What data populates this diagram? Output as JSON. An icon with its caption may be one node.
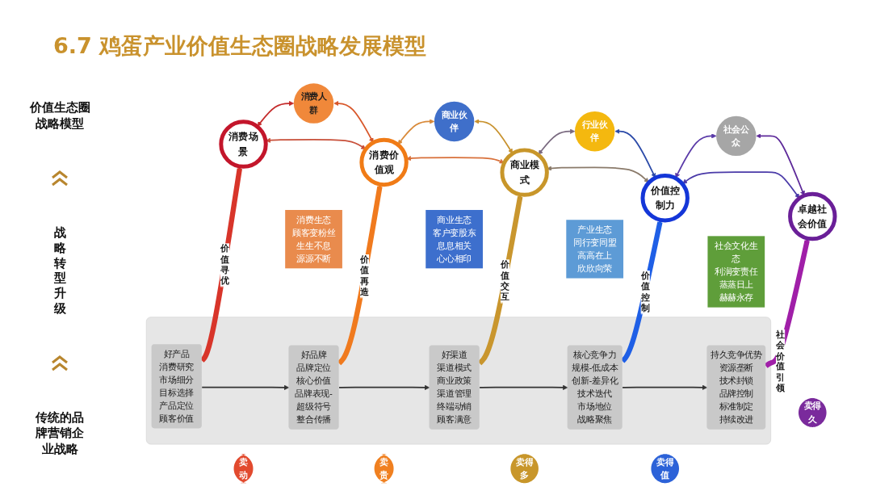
{
  "diagram": {
    "title": "6.7 鸡蛋产业价值生态圈战略发展模型",
    "nodes": [
      {
        "text": [
          "消费人群"
        ]
      },
      {
        "text": [
          "商业伙伴"
        ]
      },
      {
        "text": [
          "行业伙伴"
        ]
      },
      {
        "text": [
          "社会公众"
        ]
      },
      {
        "text": [
          "消费生态",
          "顾客变粉丝",
          "生生不息",
          "源源不断"
        ]
      },
      {
        "text": [
          "商业生态",
          "客户变股东",
          "息息相关",
          "心心相印"
        ]
      },
      {
        "text": [
          "产业生态",
          "同行变同盟",
          "高高在上",
          "欣欣向荣"
        ]
      },
      {
        "text": [
          "社会文化生态",
          "利润变责任",
          "蒸蒸日上",
          "赫赫永存"
        ]
      },
      {
        "text": [
          "消费场景"
        ]
      },
      {
        "text": [
          "消费价值观"
        ]
      },
      {
        "text": [
          "商业模式"
        ]
      },
      {
        "text": [
          "价值控制力"
        ]
      },
      {
        "text": [
          "卓越社会价值"
        ]
      },
      {
        "text": [
          "卖",
          "动"
        ]
      },
      {
        "text": [
          "卖",
          "贵"
        ]
      },
      {
        "text": [
          "卖得",
          "多"
        ]
      },
      {
        "text": [
          "卖得",
          "值"
        ]
      },
      {
        "text": [
          "卖得",
          "久"
        ]
      },
      {
        "text": [],
        "shape": "box"
      },
      {
        "text": [
          "好产品",
          "消费研究",
          "市场细分",
          "目标选择",
          "产品定位",
          "顾客价值"
        ],
        "in": 18
      },
      {
        "text": [
          "好品牌",
          "品牌定位",
          "核心价值",
          "品牌表现-超级符号",
          "整合传播"
        ],
        "in": 18
      },
      {
        "text": [
          "好渠道",
          "渠道模式",
          "商业政策",
          "渠道管理",
          "终端动销",
          "顾客满意"
        ],
        "in": 18
      },
      {
        "text": [
          "核心竞争力",
          "规模-低成本",
          "创新-差异化",
          "技术迭代",
          "市场地位",
          "战略聚焦"
        ],
        "in": 18
      },
      {
        "text": [
          "持久竞争优势",
          "资源垄断",
          "技术封锁",
          "品牌控制",
          "标准制定",
          "持续改进"
        ],
        "in": 18
      }
    ],
    "edges": [
      {
        "from": 8,
        "to": 0,
        "arrow": "both",
        "color": "#c42a2a"
      },
      {
        "from": 0,
        "to": 9,
        "arrow": "both",
        "color": "#d8572a"
      },
      {
        "from": 8,
        "to": 9,
        "arrow": "both",
        "color": "#c8503a"
      },
      {
        "from": 9,
        "to": 1,
        "arrow": "both",
        "color": "#d98a3a"
      },
      {
        "from": 1,
        "to": 10,
        "arrow": "both",
        "color": "#c8922e"
      },
      {
        "from": 9,
        "to": 10,
        "arrow": "both",
        "color": "#d8703a"
      },
      {
        "from": 10,
        "to": 2,
        "arrow": "both",
        "color": "#7a6a80"
      },
      {
        "from": 2,
        "to": 11,
        "arrow": "both",
        "color": "#2b4aa8"
      },
      {
        "from": 10,
        "to": 11,
        "arrow": "both",
        "color": "#8a7a6a"
      },
      {
        "from": 11,
        "to": 3,
        "arrow": "both",
        "color": "#5a3aa8"
      },
      {
        "from": 3,
        "to": 12,
        "arrow": "both",
        "color": "#5e2a9a"
      },
      {
        "from": 11,
        "to": 12,
        "arrow": "both",
        "color": "#4a3aa8"
      },
      {
        "from": 19,
        "to": 8,
        "arrow": "to",
        "label": "价值寻优",
        "style": "thick",
        "color": "#d8352a"
      },
      {
        "from": 20,
        "to": 9,
        "arrow": "to",
        "label": "价值再造",
        "style": "thick",
        "color": "#f07a1e"
      },
      {
        "from": 21,
        "to": 10,
        "arrow": "to",
        "label": "价值交互",
        "style": "thick",
        "color": "#c9962e"
      },
      {
        "from": 22,
        "to": 11,
        "arrow": "to",
        "label": "价值控制",
        "style": "thick",
        "color": "#1f5fe6"
      },
      {
        "from": 23,
        "to": 12,
        "arrow": "to",
        "label": "社会价值引领",
        "style": "thick",
        "color": "#a01fa8"
      },
      {
        "from": 19,
        "to": 20,
        "arrow": "to",
        "color": "#333333"
      },
      {
        "from": 20,
        "to": 21,
        "arrow": "to",
        "color": "#333333"
      },
      {
        "from": 21,
        "to": 22,
        "arrow": "to",
        "color": "#333333"
      },
      {
        "from": 22,
        "to": 23,
        "arrow": "to",
        "color": "#333333"
      }
    ],
    "labels": [
      "价值生态圈战略模型",
      "战略转型升级",
      "传统的品牌营销企业战略"
    ]
  }
}
